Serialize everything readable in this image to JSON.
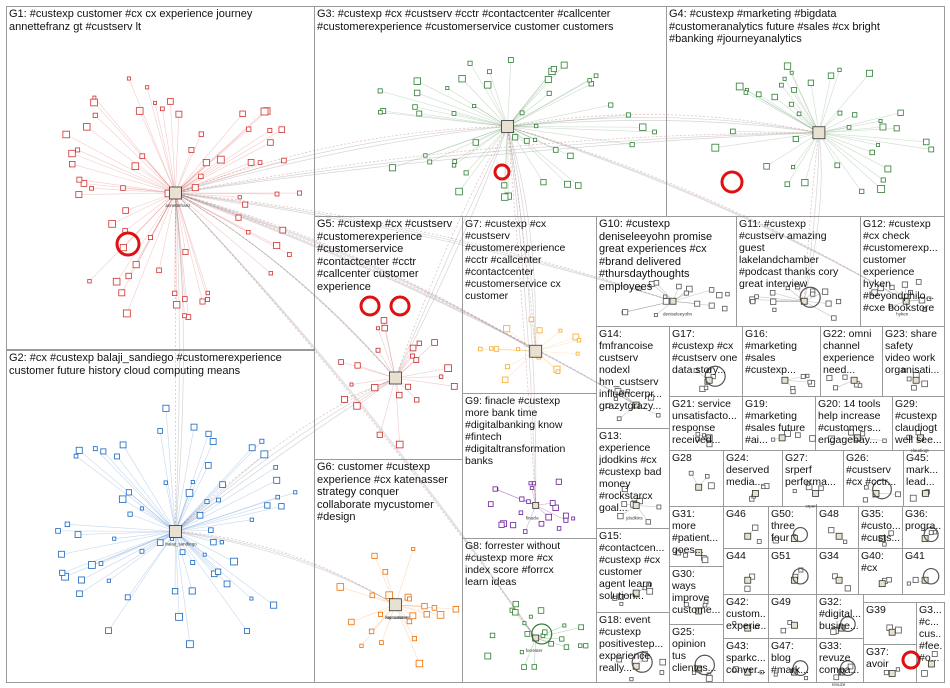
{
  "groups": [
    {
      "id": "G1",
      "text": "G1: #custexp customer #cx cx experience journey\nannettefranz gt #custserv lt",
      "color": "#d32f2f"
    },
    {
      "id": "G2",
      "text": "G2: #cx #custexp balaji_sandiego #customerexperience\ncustomer future history cloud computing means",
      "color": "#1565c0"
    },
    {
      "id": "G3",
      "text": "G3: #custexp #cx #custserv #cctr #contactcenter #callcenter\n#customerexperience #customerservice customer customers",
      "color": "#2e7d32"
    },
    {
      "id": "G4",
      "text": "G4: #custexp #marketing #bigdata\n#customeranalytics future #sales #cx bright\n#banking #journeyanalytics",
      "color": "#2e7d32"
    },
    {
      "id": "G5",
      "text": "G5: #custexp #cx #custserv\n#customerexperience\n#customerservice\n#contactcenter #cctr\n#callcenter customer\nexperience",
      "color": "#c62828"
    },
    {
      "id": "G6",
      "text": "G6: customer #custexp\nexperience #cx katenasser\nstrategy conquer\ncollaborate mycustomer\n#design",
      "color": "#ef6c00"
    },
    {
      "id": "G7",
      "text": "G7: #custexp #cx\n#custserv\n#customerexperience\n#cctr #callcenter\n#contactcenter\n#customerservice cx\ncustomer",
      "color": "#f9a825"
    },
    {
      "id": "G8",
      "text": "G8: forrester without\n#custexp more #cx\nindex score #forrcx\nlearn ideas",
      "color": "#2e7d32"
    },
    {
      "id": "G9",
      "text": "G9: finacle #custexp\nmore bank time\n#digitalbanking know\n#fintech\n#digitaltransformation\nbanks",
      "color": "#6a1b9a"
    },
    {
      "id": "G10",
      "text": "G10: #custexp\ndeniseleeyohn promise\ngreat experiences #cx\n#brand delivered\n#thursdaythoughts\nemployees",
      "color": "#555"
    },
    {
      "id": "G11",
      "text": "G11: #custexp\n#custserv amazing\nguest\nlakelandchamber\n#podcast thanks cory\ngreat interview",
      "color": "#555"
    },
    {
      "id": "G12",
      "text": "G12: #custexp\n#cx check\n#customerexp...\ncustomer\nexperience\nhyken\n#beyondphilo...\n#cxe bookstore",
      "color": "#555"
    },
    {
      "id": "G13",
      "text": "G13:\nexperience\njdodkins #cx\n#custexp bad\nmoney\n#rockstarcx\ngoal...",
      "color": "#555"
    },
    {
      "id": "G14",
      "text": "G14:\nfmfrancoise\ncustserv\nnodexl\nhm_custserv\ninfluencerpr...\ngrazytgrazy...",
      "color": "#555"
    },
    {
      "id": "G15",
      "text": "G15:\n#contactcen...\n#custexp #cx\ncustomer\nagent learn\nsolution...",
      "color": "#555"
    },
    {
      "id": "G16",
      "text": "G16:\n#marketing\n#sales\n#custexp...",
      "color": "#555"
    },
    {
      "id": "G17",
      "text": "G17:\n#custexp #cx\n#custserv one\ndata story...",
      "color": "#555"
    },
    {
      "id": "G18",
      "text": "G18: event\n#custexp\npositivestep...\nexperience\nreally...",
      "color": "#555"
    },
    {
      "id": "G19",
      "text": "G19:\n#marketing\n#sales future\n#ai...",
      "color": "#555"
    },
    {
      "id": "G20",
      "text": "G20: 14 tools\nhelp increase\n#customers...\nengagebay...",
      "color": "#555"
    },
    {
      "id": "G21",
      "text": "G21: service\nunsatisfacto...\nresponse\nreceived...",
      "color": "#555"
    },
    {
      "id": "G22",
      "text": "G22: omni\nchannel\nexperience\nneed...",
      "color": "#555"
    },
    {
      "id": "G23",
      "text": "G23: share\nsafety\nvideo work\norganisati...",
      "color": "#555"
    },
    {
      "id": "G24",
      "text": "G24:\ndeserved\nmedia...",
      "color": "#555"
    },
    {
      "id": "G25",
      "text": "G25:\nopinion\ntus\nclientes...",
      "color": "#555"
    },
    {
      "id": "G26",
      "text": "G26:\n#custserv\n#cx #cctr...",
      "color": "#555"
    },
    {
      "id": "G27",
      "text": "G27:\nsrperf\nperforma...",
      "color": "#555"
    },
    {
      "id": "G28",
      "text": "G28",
      "color": "#555"
    },
    {
      "id": "G29",
      "text": "G29:\n#custexp\nclaudiogt\nwell see...",
      "color": "#555"
    },
    {
      "id": "G30",
      "text": "G30:\nways\nimprove\ncustome...",
      "color": "#555"
    },
    {
      "id": "G31",
      "text": "G31:\nmore\n#patient...\ngoes...",
      "color": "#555"
    },
    {
      "id": "G32",
      "text": "G32:\n#digital...\nbusine...",
      "color": "#555"
    },
    {
      "id": "G33",
      "text": "G33:\nrevuze\ncompa...",
      "color": "#555"
    },
    {
      "id": "G34",
      "text": "G34",
      "color": "#555"
    },
    {
      "id": "G35",
      "text": "G35:\n#custo...\n#custs...",
      "color": "#555"
    },
    {
      "id": "G36",
      "text": "G36:\nprogra...",
      "color": "#555"
    },
    {
      "id": "G37",
      "text": "G37:\navoir",
      "color": "#555"
    },
    {
      "id": "G38",
      "text": "G3...\n#c...\ncus...\n#fee...\n#o...",
      "color": "#555"
    },
    {
      "id": "G39",
      "text": "G39",
      "color": "#555"
    },
    {
      "id": "G40",
      "text": "G40:\n#cx",
      "color": "#555"
    },
    {
      "id": "G41",
      "text": "G41",
      "color": "#555"
    },
    {
      "id": "G42",
      "text": "G42:\ncustom...\nexperie...",
      "color": "#555"
    },
    {
      "id": "G43",
      "text": "G43:\nsparkc...\nconver...",
      "color": "#555"
    },
    {
      "id": "G44",
      "text": "G44",
      "color": "#555"
    },
    {
      "id": "G45",
      "text": "G45:\nmark...\nlead...",
      "color": "#555"
    },
    {
      "id": "G46",
      "text": "G46",
      "color": "#555"
    },
    {
      "id": "G47",
      "text": "G47:\nblog\n#mark...",
      "color": "#555"
    },
    {
      "id": "G48",
      "text": "G48",
      "color": "#555"
    },
    {
      "id": "G49",
      "text": "G49",
      "color": "#555"
    },
    {
      "id": "G50",
      "text": "G50:\nthree\nfour",
      "color": "#555"
    },
    {
      "id": "G51",
      "text": "G51",
      "color": "#555"
    }
  ],
  "node_labels": [
    "balaji_sandiego",
    "mycustomer",
    "katenasser",
    "annettefranz",
    "deniseleeyohn",
    "hyken",
    "jdodkins",
    "finacle",
    "forrester",
    "claudiogt",
    "revuze",
    "srperf"
  ]
}
